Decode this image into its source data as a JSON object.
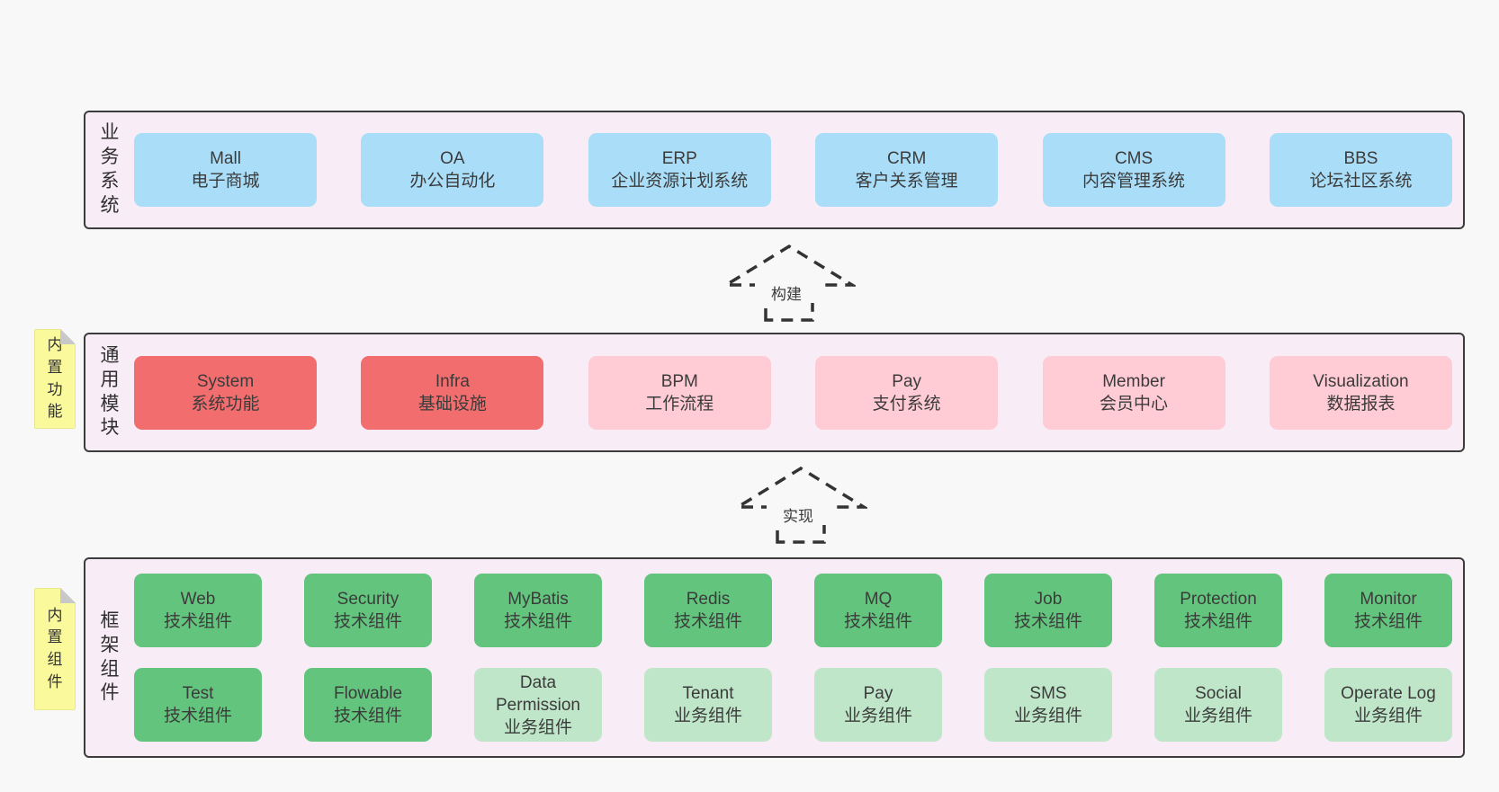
{
  "colors": {
    "page_bg": "#f8f8f8",
    "band_bg": "#f8edf6",
    "band_border": "#3c3c3c",
    "box_blue": "#aadef8",
    "box_red": "#f26d6e",
    "box_pink": "#ffcbd5",
    "box_green": "#63c57d",
    "box_light_green": "#bfe6c9",
    "note_yellow": "#fafa9d",
    "text": "#3a3a3a"
  },
  "arrows": [
    {
      "label": "构建"
    },
    {
      "label": "实现"
    }
  ],
  "bands": [
    {
      "label": "业务系统",
      "boxes": [
        {
          "title": "Mall",
          "subtitle": "电子商城"
        },
        {
          "title": "OA",
          "subtitle": "办公自动化"
        },
        {
          "title": "ERP",
          "subtitle": "企业资源计划系统"
        },
        {
          "title": "CRM",
          "subtitle": "客户关系管理"
        },
        {
          "title": "CMS",
          "subtitle": "内容管理系统"
        },
        {
          "title": "BBS",
          "subtitle": "论坛社区系统"
        }
      ]
    },
    {
      "label": "通用模块",
      "note": "内置功能",
      "boxes": [
        {
          "title": "System",
          "subtitle": "系统功能"
        },
        {
          "title": "Infra",
          "subtitle": "基础设施"
        },
        {
          "title": "BPM",
          "subtitle": "工作流程"
        },
        {
          "title": "Pay",
          "subtitle": "支付系统"
        },
        {
          "title": "Member",
          "subtitle": "会员中心"
        },
        {
          "title": "Visualization",
          "subtitle": "数据报表"
        }
      ]
    },
    {
      "label": "框架组件",
      "note": "内置组件",
      "boxes": [
        {
          "title": "Web",
          "subtitle": "技术组件"
        },
        {
          "title": "Security",
          "subtitle": "技术组件"
        },
        {
          "title": "MyBatis",
          "subtitle": "技术组件"
        },
        {
          "title": "Redis",
          "subtitle": "技术组件"
        },
        {
          "title": "MQ",
          "subtitle": "技术组件"
        },
        {
          "title": "Job",
          "subtitle": "技术组件"
        },
        {
          "title": "Protection",
          "subtitle": "技术组件"
        },
        {
          "title": "Monitor",
          "subtitle": "技术组件"
        },
        {
          "title": "Test",
          "subtitle": "技术组件"
        },
        {
          "title": "Flowable",
          "subtitle": "技术组件"
        },
        {
          "title": "Data Permission",
          "subtitle": "业务组件"
        },
        {
          "title": "Tenant",
          "subtitle": "业务组件"
        },
        {
          "title": "Pay",
          "subtitle": "业务组件"
        },
        {
          "title": "SMS",
          "subtitle": "业务组件"
        },
        {
          "title": "Social",
          "subtitle": "业务组件"
        },
        {
          "title": "Operate Log",
          "subtitle": "业务组件"
        }
      ]
    }
  ]
}
